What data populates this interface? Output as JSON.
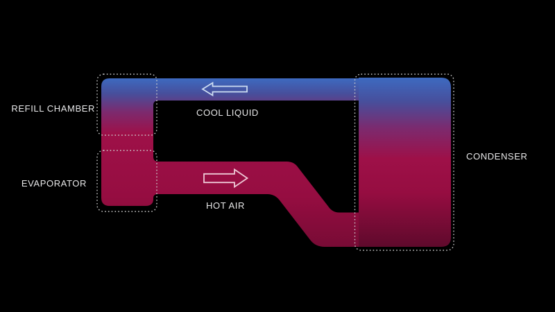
{
  "diagram": {
    "title": "heat-pipe cooling loop diagram",
    "background": "#000000",
    "labels": {
      "refill_chamber": "REFILL CHAMBER",
      "evaporator": "EVAPORATOR",
      "condenser": "CONDENSER",
      "cool_liquid": "COOL LIQUID",
      "hot_air": "HOT AIR"
    },
    "flows": [
      {
        "name": "cool-liquid",
        "direction": "left",
        "pipe_color": "#3d6ac0"
      },
      {
        "name": "hot-air",
        "direction": "right",
        "pipe_color": "#9a0e44"
      }
    ],
    "colors": {
      "cool_blue": "#3d6ac0",
      "blue_purple": "#474f9c",
      "purple": "#7c2a6e",
      "crimson": "#9e1048",
      "crimson_mid": "#960d41",
      "dark_crimson": "#5f0a2c",
      "diagonal_dark": "#780b35",
      "outline_dash": "#cccccc",
      "arrow_cool": "#cdddf2",
      "arrow_hot": "#eec9d6",
      "label_text": "#e9e9ea"
    }
  }
}
